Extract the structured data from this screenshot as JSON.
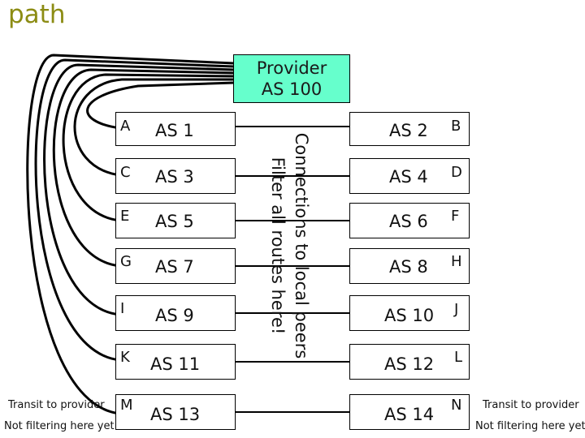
{
  "title": "path",
  "provider": {
    "line1": "Provider",
    "line2": "AS 100"
  },
  "left_column": [
    {
      "letter": "A",
      "as": "AS 1"
    },
    {
      "letter": "C",
      "as": "AS 3"
    },
    {
      "letter": "E",
      "as": "AS 5"
    },
    {
      "letter": "G",
      "as": "AS 7"
    },
    {
      "letter": "I",
      "as": "AS 9"
    },
    {
      "letter": "K",
      "as": "AS 11"
    },
    {
      "letter": "M",
      "as": "AS 13"
    }
  ],
  "right_column": [
    {
      "letter": "B",
      "as": "AS 2"
    },
    {
      "letter": "D",
      "as": "AS 4"
    },
    {
      "letter": "F",
      "as": "AS 6"
    },
    {
      "letter": "H",
      "as": "AS 8"
    },
    {
      "letter": "J",
      "as": "AS 10"
    },
    {
      "letter": "L",
      "as": "AS 12"
    },
    {
      "letter": "N",
      "as": "AS 14"
    }
  ],
  "vertical_label": {
    "line1": "Connections to local peers",
    "line2": "Filter all routes here!"
  },
  "left_note": {
    "line1": "Transit to provider",
    "line2": "Not filtering here yet"
  },
  "right_note": {
    "line1": "Transit to provider",
    "line2": "Not filtering here yet"
  },
  "colors": {
    "provider_fill": "#66ffcc",
    "title": "#8c8c14",
    "lines": "#000000"
  }
}
